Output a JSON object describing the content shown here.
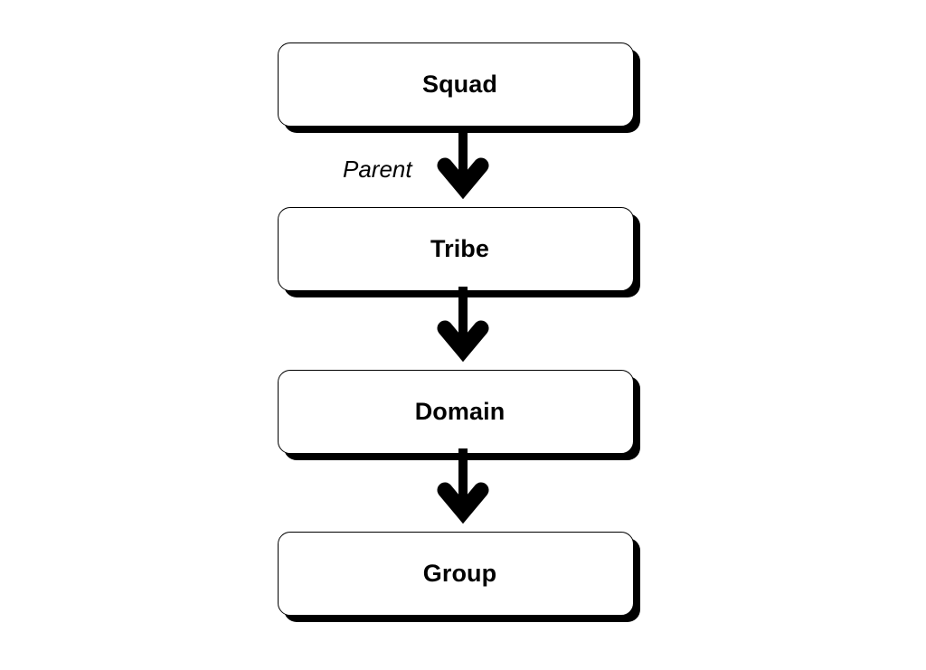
{
  "diagram": {
    "type": "flowchart",
    "direction": "top-to-bottom",
    "background_color": "#ffffff",
    "stroke_color": "#000000",
    "node_fill_color": "#ffffff",
    "shadow_color": "#000000",
    "nodes": [
      {
        "id": "squad",
        "label": "Squad"
      },
      {
        "id": "tribe",
        "label": "Tribe"
      },
      {
        "id": "domain",
        "label": "Domain"
      },
      {
        "id": "group",
        "label": "Group"
      }
    ],
    "edges": [
      {
        "from": "squad",
        "to": "tribe",
        "label": "Parent",
        "arrowhead": "filled-chevron"
      },
      {
        "from": "tribe",
        "to": "domain",
        "label": "",
        "arrowhead": "filled-chevron"
      },
      {
        "from": "domain",
        "to": "group",
        "label": "",
        "arrowhead": "filled-chevron"
      }
    ]
  }
}
